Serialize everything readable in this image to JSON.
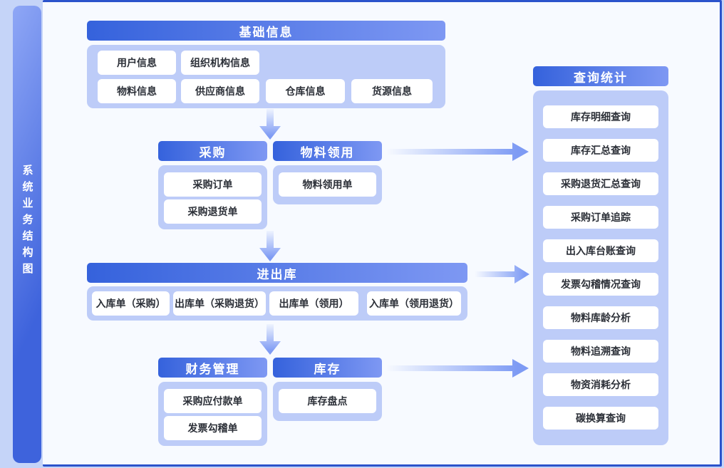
{
  "sidebar": {
    "title": "系统业务结构图"
  },
  "sections": {
    "basic": {
      "title": "基础信息",
      "row1": [
        "用户信息",
        "组织机构信息"
      ],
      "row2": [
        "物料信息",
        "供应商信息",
        "仓库信息",
        "货源信息"
      ]
    },
    "procurement": {
      "title": "采购",
      "items": [
        "采购订单",
        "采购退货单"
      ]
    },
    "requisition": {
      "title": "物料领用",
      "items": [
        "物料领用单"
      ]
    },
    "inout": {
      "title": "进出库",
      "items": [
        "入库单（采购）",
        "出库单（采购退货）",
        "出库单（领用）",
        "入库单（领用退货）"
      ]
    },
    "finance": {
      "title": "财务管理",
      "items": [
        "采购应付款单",
        "发票勾稽单"
      ]
    },
    "inventory": {
      "title": "库存",
      "items": [
        "库存盘点"
      ]
    },
    "query": {
      "title": "查询统计",
      "items": [
        "库存明细查询",
        "库存汇总查询",
        "采购退货汇总查询",
        "采购订单追踪",
        "出入库台账查询",
        "发票勾稽情况查询",
        "物料库龄分析",
        "物料追溯查询",
        "物资消耗分析",
        "碳换算查询"
      ]
    }
  },
  "colors": {
    "accent_dark": "#3562DC",
    "accent_light": "#7E98F3",
    "group_bg": "#BDCCF8",
    "canvas_bg": "#C5D4F8",
    "card_bg": "#F7FAFF",
    "card_border": "#2B53CB",
    "arrow": "#7E9BF4",
    "node_text": "#2B2F37"
  }
}
